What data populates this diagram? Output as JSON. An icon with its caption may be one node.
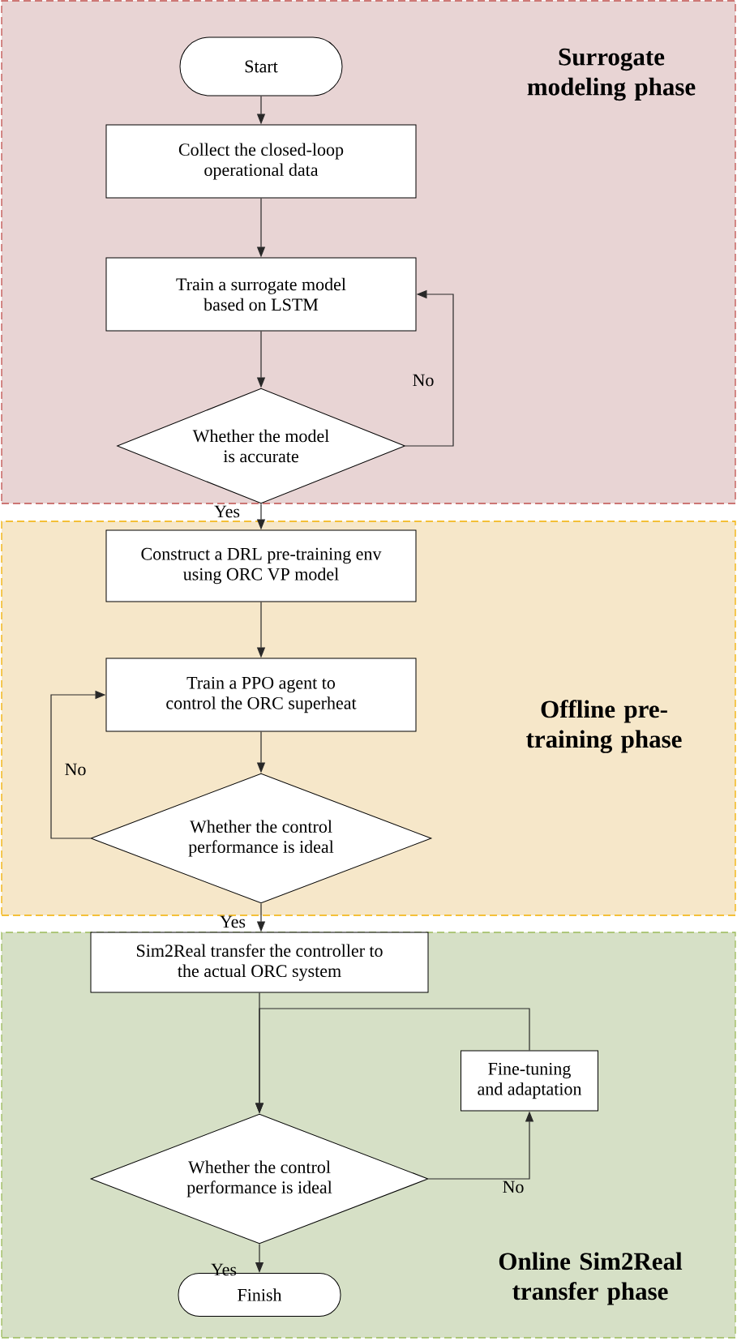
{
  "diagram": {
    "nodes": [
      {
        "text": [
          "Surrogate modeling phase"
        ]
      },
      {
        "text": [
          "Start"
        ],
        "in": 0
      },
      {
        "text": [
          "Collect the closed-loop operational data"
        ],
        "in": 0
      },
      {
        "text": [
          "Train a surrogate model based on LSTM"
        ],
        "in": 0
      },
      {
        "text": [
          "Whether the model is accurate"
        ],
        "in": 0
      },
      {
        "text": [
          "Offline pre-training phase"
        ]
      },
      {
        "text": [
          "Construct a DRL pre-training env using ORC VP model"
        ],
        "in": 5
      },
      {
        "text": [
          "Train a PPO agent to control the ORC superheat"
        ],
        "in": 5
      },
      {
        "text": [
          "Whether the control performance is ideal"
        ],
        "in": 5
      },
      {
        "text": [
          "Online Sim2Real transfer phase"
        ]
      },
      {
        "text": [
          "Sim2Real transfer the controller to the actual ORC system"
        ],
        "in": 9
      },
      {
        "text": [
          "Fine-tuning and adaptation"
        ],
        "in": 9
      },
      {
        "text": [
          "Whether the control performance is ideal"
        ],
        "in": 9
      },
      {
        "text": [
          "Finish"
        ],
        "in": 9
      }
    ],
    "edges": [
      {
        "from": 1,
        "to": 2,
        "arrow": "to"
      },
      {
        "from": 2,
        "to": 3,
        "arrow": "to"
      },
      {
        "from": 3,
        "to": 4,
        "arrow": "to"
      },
      {
        "from": 4,
        "to": 3,
        "arrow": "to",
        "label": "No"
      },
      {
        "from": 4,
        "to": 6,
        "arrow": "to",
        "label": "Yes"
      },
      {
        "from": 6,
        "to": 7,
        "arrow": "to"
      },
      {
        "from": 7,
        "to": 8,
        "arrow": "to"
      },
      {
        "from": 8,
        "to": 7,
        "arrow": "to",
        "label": "No"
      },
      {
        "from": 8,
        "to": 10,
        "arrow": "to",
        "label": "Yes"
      },
      {
        "from": 10,
        "to": 12,
        "arrow": "to"
      },
      {
        "from": 12,
        "to": 11,
        "arrow": "to",
        "label": "No"
      },
      {
        "from": 11,
        "to": 12,
        "arrow": "to"
      },
      {
        "from": 12,
        "to": 13,
        "arrow": "to",
        "label": "Yes"
      }
    ]
  }
}
